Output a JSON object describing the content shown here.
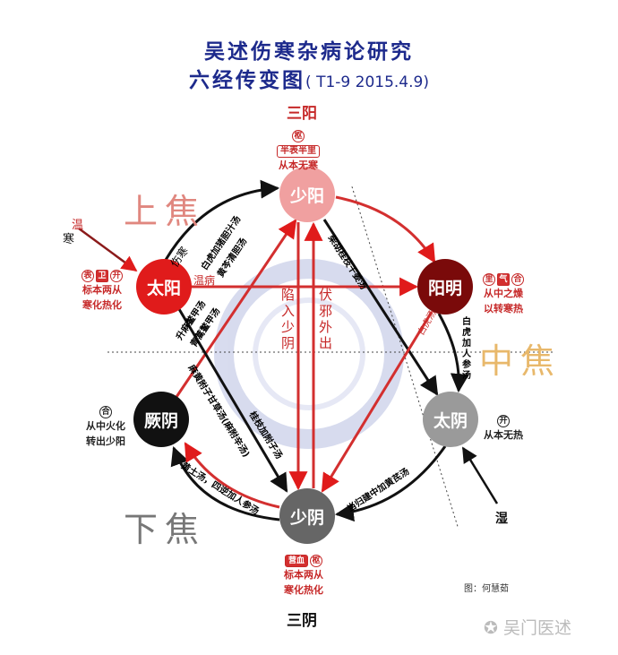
{
  "title_line1": "吴述伤寒杂病论研究",
  "title_line2": "六经传变图",
  "title_code": "( T1-9 2015.4.9)",
  "san_yang": "三阳",
  "san_yin": "三阴",
  "jiao": {
    "upper": "上焦",
    "middle": "中焦",
    "lower": "下焦"
  },
  "nodes": {
    "shaoyang": {
      "label": "少阳",
      "color": "#f0a0a0"
    },
    "taiyang": {
      "label": "太阳",
      "color": "#e01b1b"
    },
    "yangming": {
      "label": "阳明",
      "color": "#7a0a0a"
    },
    "jueyin": {
      "label": "厥阴",
      "color": "#111111"
    },
    "taiyin": {
      "label": "太阴",
      "color": "#9a9a9a"
    },
    "shaoyin": {
      "label": "少阴",
      "color": "#666666"
    }
  },
  "notes": {
    "shaoyang": {
      "badge1": "枢",
      "badge2": "半表半里",
      "line1": "从本无寒"
    },
    "taiyang": {
      "badge1": "表",
      "badge2": "卫",
      "badge3": "开",
      "line1": "标本两从",
      "line2": "寒化热化"
    },
    "yangming": {
      "badge1": "里",
      "badge2": "气",
      "badge3": "合",
      "line1": "从中之燥",
      "line2": "以转寒热"
    },
    "jueyin": {
      "badge1": "合",
      "line1": "从中火化",
      "line2": "转出少阳"
    },
    "taiyin": {
      "badge1": "开",
      "line1": "从本无热"
    },
    "shaoyin": {
      "badge1": "营血",
      "badge2": "枢",
      "line1": "标本两从",
      "line2": "寒化热化"
    }
  },
  "edges": {
    "wen": "温",
    "han": "寒",
    "shi": "湿",
    "shanghan": "伤寒",
    "wenbing": "温病",
    "jueyin_shaoyang_1": "白虎加猪胆汁汤",
    "jueyin_shaoyang_2": "黄芩清胆汤",
    "jueyin_shaoyang_3": "升麻鳖甲汤",
    "jueyin_shaoyang_4": "青蒿鳖甲汤",
    "shaoyang_taiyin": "柴胡桂枝干姜汤",
    "xianru": "陷入少阴",
    "fuxie": "伏邪外出",
    "baihu": "白虎汤",
    "baihu_renshen": "白虎加人参汤",
    "taiyang_shaoyin_1": "麻黄附子甘草汤(麻附辛汤)",
    "taiyang_shaoyin_2": "桂枝加附子汤",
    "taiyin_shaoyin": "当归建中加黄芪汤",
    "shaoyin_jueyin": "黄土汤，四逆加人参汤"
  },
  "credit": "图：何慧茹",
  "watermark": "吴门医述"
}
